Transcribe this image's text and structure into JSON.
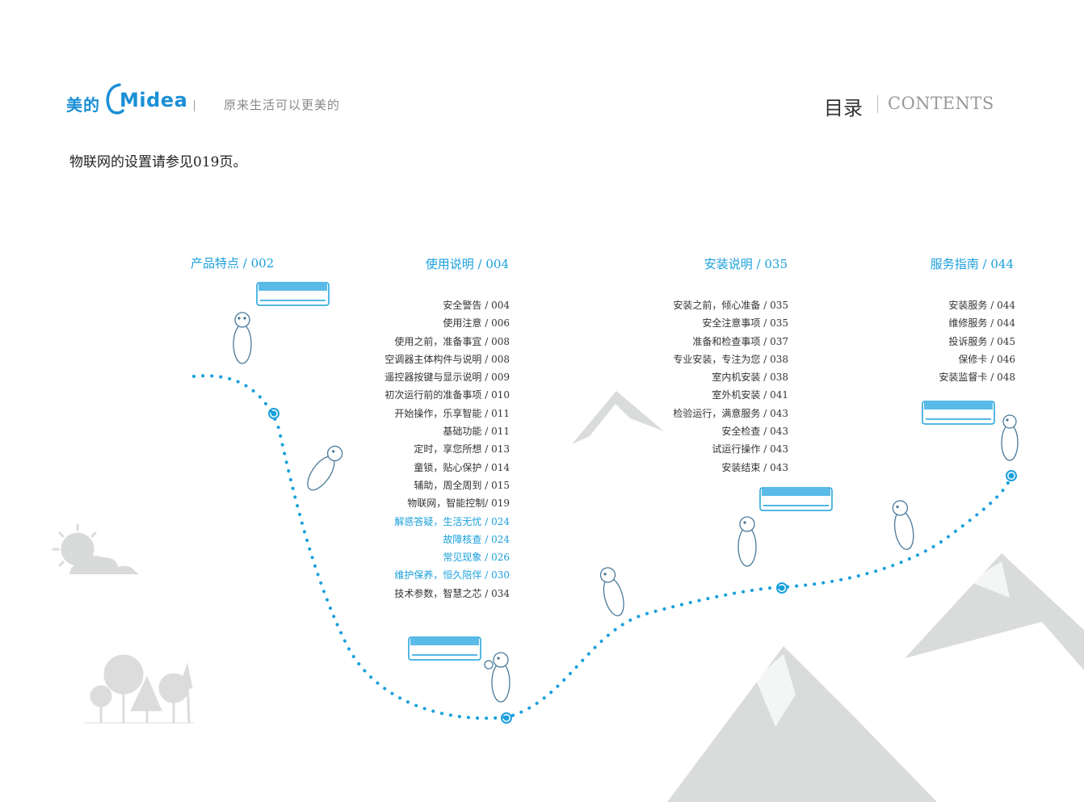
{
  "header": {
    "logo_cn": "美的",
    "logo_en": "Midea",
    "slogan": "原来生活可以更美的",
    "toc_title": "目录",
    "toc_title_en": "CONTENTS"
  },
  "note": "物联网的设置请参见019页。",
  "sections": {
    "features": {
      "label": "产品特点 /  002"
    },
    "usage": {
      "label": "使用说明 /  004",
      "items": [
        {
          "text": "安全警告 /  004"
        },
        {
          "text": "使用注意 /  006"
        },
        {
          "text": "使用之前，准备事宜 /  008"
        },
        {
          "text": "空调器主体构件与说明 /  008"
        },
        {
          "text": "遥控器按键与显示说明 /  009"
        },
        {
          "text": "初次运行前的准备事项 /  010"
        },
        {
          "text": "开始操作，乐享智能 /  011"
        },
        {
          "text": "基础功能 /  011"
        },
        {
          "text": "定时，享您所想 /  013"
        },
        {
          "text": "童锁，贴心保护 /  014"
        },
        {
          "text": "辅助，周全周到 /  015"
        },
        {
          "text": "物联网，智能控制/  019"
        },
        {
          "text": "解惑答疑，生活无忧 /  024",
          "highlight": true
        },
        {
          "text": "故障核查 /  024",
          "highlight": true
        },
        {
          "text": "常见现象 /  026",
          "highlight": true
        },
        {
          "text": "维护保养，恒久陪伴 /  030",
          "highlight": true
        },
        {
          "text": "技术参数，智慧之芯 /  034"
        }
      ]
    },
    "install": {
      "label": "安装说明 /  035",
      "items": [
        {
          "text": "安装之前，倾心准备 /  035"
        },
        {
          "text": "安全注意事项 /  035"
        },
        {
          "text": "准备和检查事项 /  037"
        },
        {
          "text": "专业安装，专注为您 /  038"
        },
        {
          "text": "室内机安装 /  038"
        },
        {
          "text": "室外机安装 /  041"
        },
        {
          "text": "检验运行，满意服务 /  043"
        },
        {
          "text": "安全检查 /  043"
        },
        {
          "text": "试运行操作 /  043"
        },
        {
          "text": "安装结束 /  043"
        }
      ]
    },
    "service": {
      "label": "服务指南 /  044",
      "items": [
        {
          "text": "安装服务 /  044"
        },
        {
          "text": "维修服务 /  044"
        },
        {
          "text": "投诉服务 /  045"
        },
        {
          "text": "保修卡 /  046"
        },
        {
          "text": "安装监督卡 /  048"
        }
      ]
    }
  },
  "colors": {
    "brand": "#1a8fd6",
    "accent": "#1aa0dc",
    "text": "#333333",
    "decor": "#d6d8d8"
  },
  "icons": [
    "midea-logo-icon",
    "mountain-icon",
    "sun-cloud-icon",
    "trees-icon",
    "polar-bear-icon",
    "air-conditioner-icon",
    "waypoint-icon"
  ]
}
